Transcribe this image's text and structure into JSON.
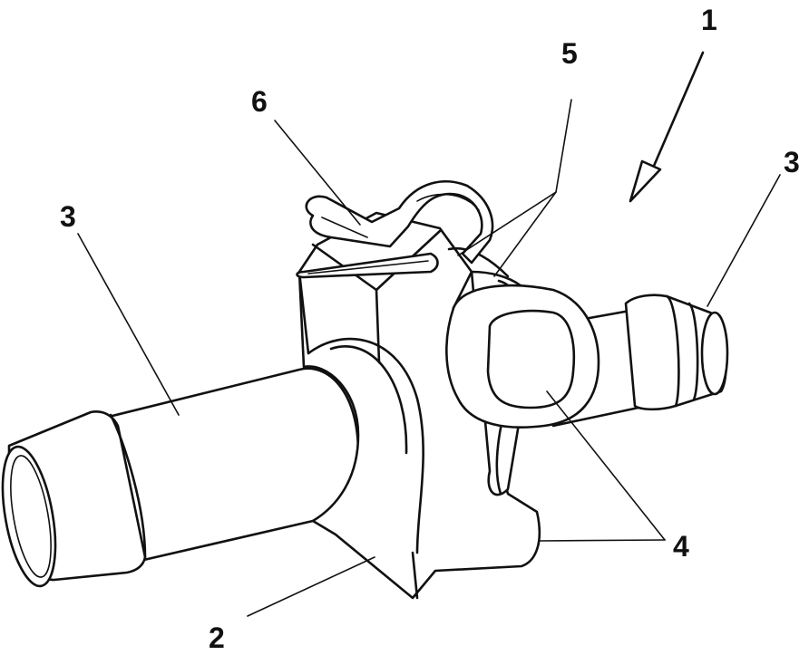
{
  "figure": {
    "labels": {
      "assembly": "1",
      "housing": "2",
      "pipe_left": "3",
      "pipe_right": "3",
      "jaws": "4",
      "seats": "5",
      "pin": "6"
    }
  }
}
